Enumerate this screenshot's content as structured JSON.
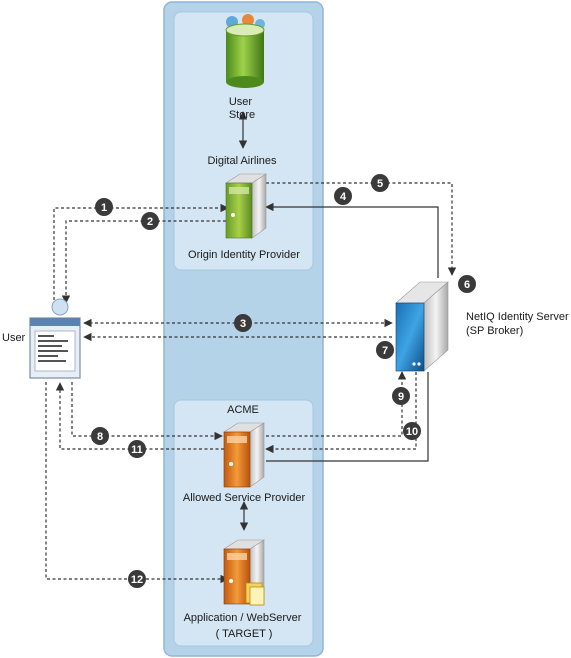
{
  "zones": {
    "top_zone_name": "Digital Airlines",
    "bottom_zone_name": "ACME"
  },
  "nodes": {
    "user_store": [
      "User",
      "Store"
    ],
    "origin_idp": "Origin Identity Provider",
    "user": "User",
    "netiq": [
      "NetIQ Identity Server",
      "(SP Broker)"
    ],
    "allowed_sp": "Allowed Service Provider",
    "application": [
      "Application / WebServer",
      "( TARGET )"
    ]
  },
  "steps": [
    "1",
    "2",
    "3",
    "4",
    "5",
    "6",
    "7",
    "8",
    "9",
    "10",
    "11",
    "12"
  ],
  "colors": {
    "band": "#b4d2e8",
    "band_border": "#8fb6d6",
    "panel": "#d4e5f3",
    "badge": "#3a3a3a",
    "line": "#333333"
  }
}
